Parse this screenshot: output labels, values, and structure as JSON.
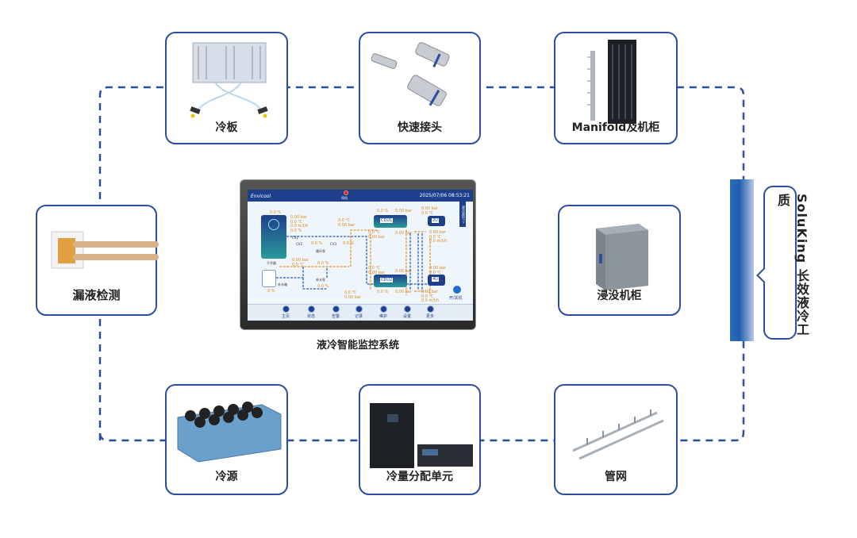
{
  "cards": {
    "cold_plate": "冷板",
    "quick_connector": "快速接头",
    "manifold_rack": "Manifold及机柜",
    "leak_detection": "漏液检测",
    "immersion_rack": "浸没机柜",
    "cold_source": "冷源",
    "cdu": "冷量分配单元",
    "pipe_network": "管网"
  },
  "monitor": {
    "caption": "液冷智能监控系统",
    "logo": "Envicool",
    "status": "停机",
    "datetime": "2025/07/06  08:53:21",
    "side_tab": "液冷监控>>",
    "power_label": "开/关机",
    "labels": {
      "dry_cooler": "干冷器",
      "makeup_tank": "补水箱",
      "circ_pump": "循环泵",
      "makeup_pump": "补水泵",
      "cv1": "CV1",
      "cv2": "CV2",
      "cv3": "CV3",
      "cdu1": "CDU1",
      "cdu2": "CDU2",
      "rack2u": "2U",
      "rack4u": "4U"
    },
    "readings": [
      "0.0 %",
      "0.00 bar\n0.0 ℃\n0.0 m3/h\n0.0 %",
      "0.0 %",
      "0.0 %",
      "0.0 ℃\n0.00 bar",
      "0.00 bar\n0.0 ℃",
      "0.0 %",
      "0 %",
      "0.0 %",
      "0.0 ℃\n0.00 bar",
      "0.0 %",
      "0.00 bar",
      "0.0 ℃\n0.00 bar",
      "0.00 bar",
      "0.0 ℃\n0.00 bar",
      "0.00 bar",
      "0.0 %",
      "0.00 bar",
      "0.00 bar\n0.0 ℃",
      "0.00 bar\n0.0 ℃\n0.0 m3/h",
      "0.00 bar\n0.0 ℃",
      "0.00 bar\n0.0 ℃\n0.0 m3/h"
    ],
    "nav": [
      "主页",
      "状态",
      "告警",
      "记录",
      "维护",
      "设置",
      "更多"
    ]
  },
  "fluid_label": "SoluKing 长效液冷工质",
  "colors": {
    "border": "#2b4ea0",
    "screen_header": "#1d3f8c",
    "reading": "#e08a1e"
  }
}
